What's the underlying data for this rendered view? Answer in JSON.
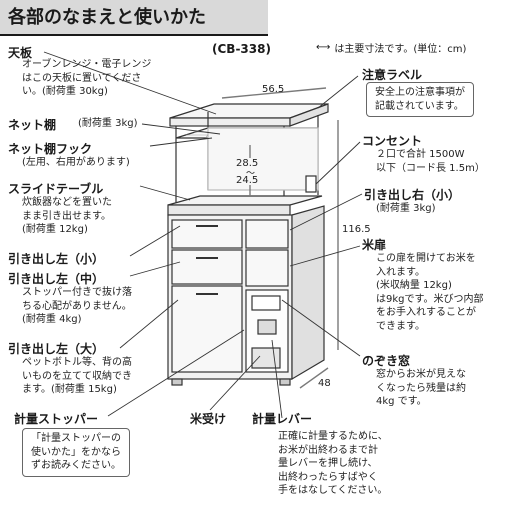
{
  "header": {
    "title": "各部のなまえと使いかた"
  },
  "model": "(CB-338)",
  "unit_note": "は主要寸法です。(単位：cm)",
  "dims": {
    "width": "56.5",
    "shelf_h1": "28.5",
    "shelf_tilde": "〜",
    "shelf_h2": "24.5",
    "height": "116.5",
    "depth": "48"
  },
  "left_parts": {
    "tenban": {
      "label": "天板",
      "desc": "オーブンレンジ・電子レンジ\nはこの天板に置いてくださ\nい。(耐荷重 30kg)"
    },
    "netdana": {
      "label": "ネット棚",
      "note": "(耐荷重 3kg)"
    },
    "hook": {
      "label": "ネット棚フック",
      "desc": "(左用、右用があります)"
    },
    "slide": {
      "label": "スライドテーブル",
      "desc": "炊飯器などを置いた\nまま引き出せます。\n(耐荷重 12kg)"
    },
    "drawer_small": {
      "label": "引き出し左（小）"
    },
    "drawer_mid": {
      "label": "引き出し左（中）",
      "desc": "ストッパー付きで抜け落\nちる心配がありません。\n(耐荷重 4kg)"
    },
    "drawer_large": {
      "label": "引き出し左（大）",
      "desc": "ペットボトル等、背の高\nいものを立てて収納でき\nます。(耐荷重 15kg)"
    },
    "stopper": {
      "label": "計量ストッパー",
      "box": "「計量ストッパーの\n使いかた」をかなら\nずお読みください。"
    }
  },
  "right_parts": {
    "caution": {
      "label": "注意ラベル",
      "box": "安全上の注意事項が\n記載されています。"
    },
    "outlet": {
      "label": "コンセント",
      "desc": "２口で合計 1500W\n以下（コード長 1.5m）"
    },
    "drawer_right": {
      "label": "引き出し右（小）",
      "desc": "(耐荷重 3kg)"
    },
    "rice_door": {
      "label": "米扉",
      "desc": "この扉を開けてお米を\n入れます。\n(米収納量 12kg)\nは9kgです。米びつ内部\nをお手入れすることが\nできます。"
    },
    "window": {
      "label": "のぞき窓",
      "desc": "窓からお米が見えな\nくなったら残量は約\n4kg です。"
    },
    "lever": {
      "label": "計量レバー",
      "desc": "正確に計量するために、\nお米が出終わるまで計\n量レバーを押し続け、\n出終わったらすばやく\n手をはなしてください。"
    }
  },
  "bottom": {
    "rice_tray": "米受け"
  },
  "colors": {
    "header_bg": "#d9d9d9",
    "line": "#333333",
    "dim": "#7a7a7a",
    "body": "#f2f2f2"
  }
}
